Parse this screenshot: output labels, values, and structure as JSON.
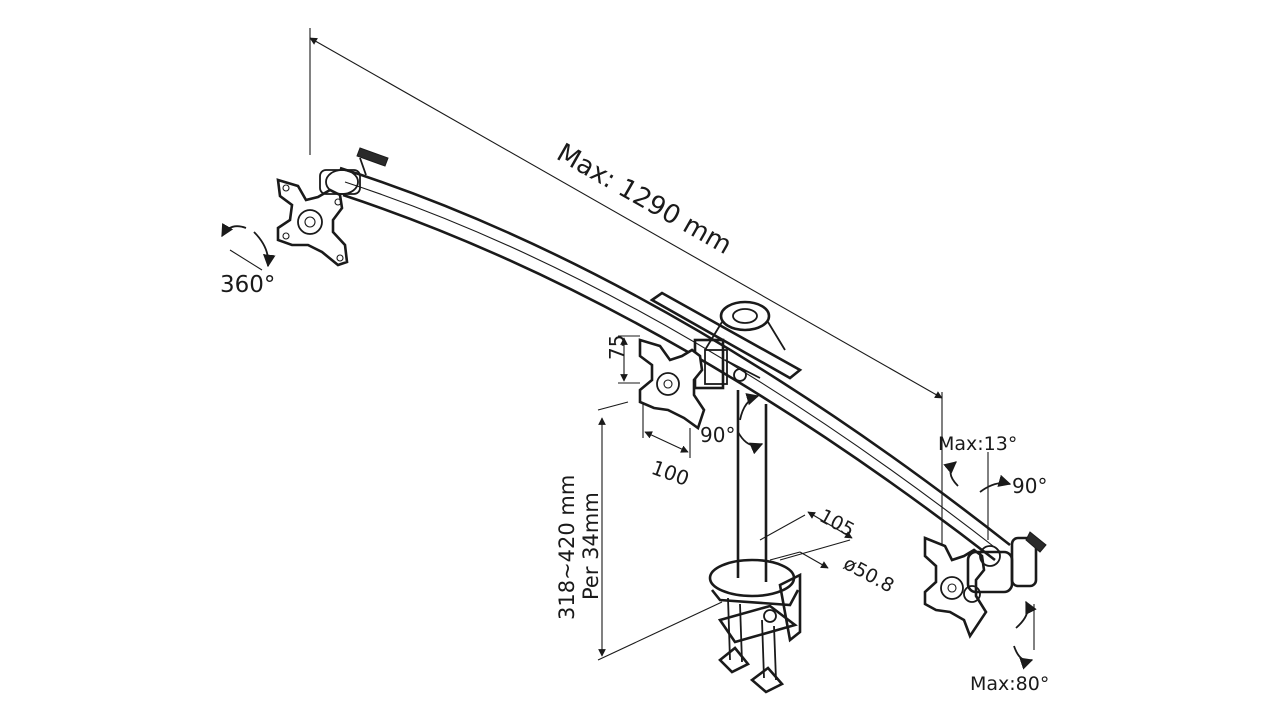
{
  "labels": {
    "max_length": "Max: 1290 mm",
    "rotation_360": "360°",
    "vesa_height": "75",
    "vesa_width": "100",
    "pivot_center": "90°",
    "height_range": "318~420 mm",
    "height_step": "Per 34mm",
    "clamp_depth": "105",
    "pole_diameter": "ø50.8",
    "tilt_max": "Max:13°",
    "swivel_right": "90°",
    "tilt_down_max": "Max:80°"
  },
  "colors": {
    "ink": "#1a1a1a",
    "background": "#ffffff"
  }
}
